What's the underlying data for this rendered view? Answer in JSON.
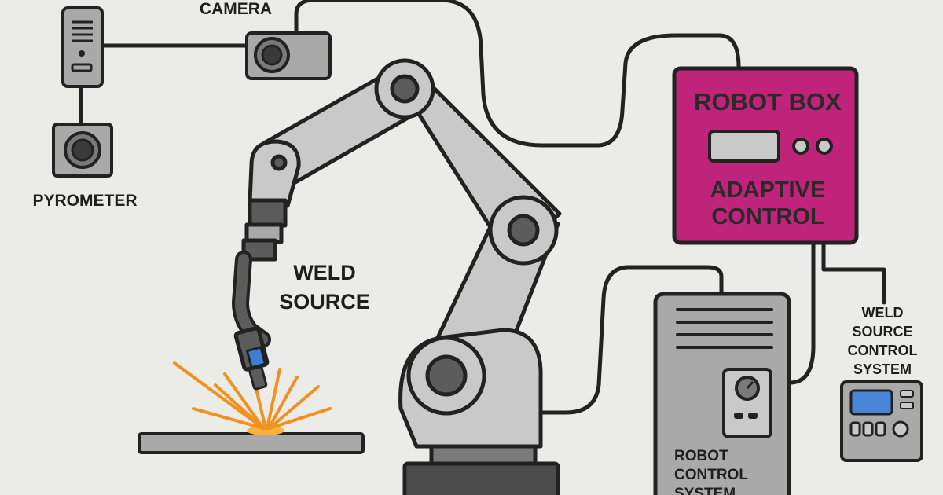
{
  "labels": {
    "camera": "CAMERA",
    "pyrometer": "PYROMETER",
    "weld_source_line1": "WELD",
    "weld_source_line2": "SOURCE",
    "robot_box_title": "ROBOT BOX",
    "adaptive_line1": "ADAPTIVE",
    "adaptive_line2": "CONTROL",
    "wscs_line1": "WELD",
    "wscs_line2": "SOURCE",
    "wscs_line3": "CONTROL",
    "wscs_line4": "SYSTEM",
    "rcs_line1": "ROBOT",
    "rcs_line2": "CONTROL",
    "rcs_line3": "SYSTEM"
  },
  "colors": {
    "background": "#ebebe8",
    "robot_box": "#c0237a",
    "metal_light": "#c9c9c9",
    "metal_mid": "#a9a9a9",
    "metal_dark": "#5c5c5c",
    "outline": "#222222",
    "spark": "#f29020",
    "torch_tip": "#3d7fd6",
    "display": "#4a86d8"
  },
  "icons": {
    "camera": "camera-icon",
    "pyrometer": "pyrometer-icon",
    "sensor_tower": "sensor-tower-icon",
    "robot_arm": "robot-arm-icon",
    "weld_sparks": "spark-icon"
  }
}
